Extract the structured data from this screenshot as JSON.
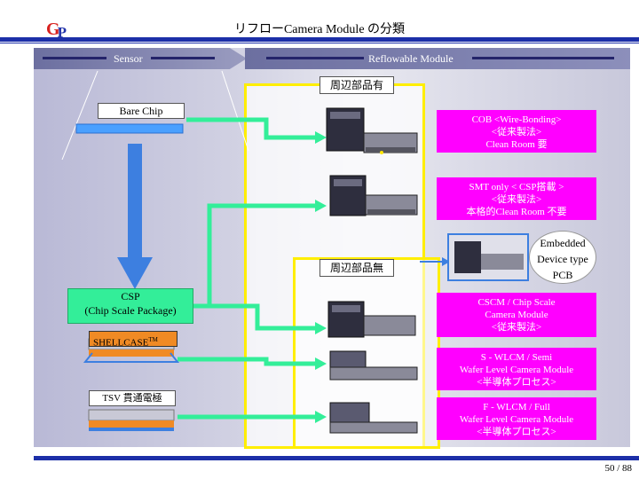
{
  "header": {
    "logo_g": "G",
    "logo_p": "P",
    "title": "リフローCamera Module の分類"
  },
  "sections": {
    "sensor": "Sensor",
    "reflowable": "Reflowable Module"
  },
  "labels": {
    "with_parts": "周辺部品有",
    "without_parts": "周辺部品無",
    "bare_chip": "Bare Chip",
    "csp": "CSP\n(Chip Scale Package)",
    "shellcase": "SHELLCASE",
    "shellcase_tm": "TM",
    "tsv": "TSV 貫通電極",
    "embedded": "Embedded\nDevice type\nPCB"
  },
  "modules": [
    {
      "text": "COB <Wire-Bonding>\n<従来製法>\nClean Room 要"
    },
    {
      "text": "SMT only < CSP搭載 >\n<従来製法>\n本格的Clean Room 不要"
    },
    {
      "text": "CSCM / Chip Scale\nCamera Module\n<従来製法>"
    },
    {
      "text": "S - WLCM / Semi\nWafer Level Camera Module\n<半導体プロセス>"
    },
    {
      "text": "F - WLCM / Full\nWafer Level Camera Module\n<半導体プロセス>"
    }
  ],
  "footer": {
    "page": "50 / 88"
  },
  "colors": {
    "accent_blue": "#1c2fa8",
    "magenta": "#ff00ff",
    "green": "#33ee99",
    "yellow": "#ffee00",
    "arrow_blue": "#3d7fe0"
  }
}
